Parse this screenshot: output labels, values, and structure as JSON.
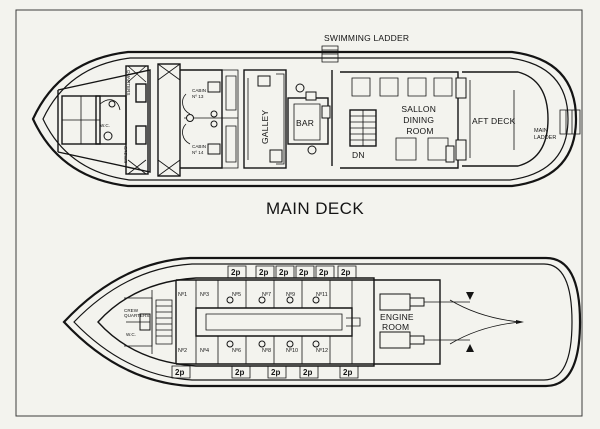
{
  "main_deck": {
    "title": "MAIN DECK",
    "swimming_ladder": "SWIMMING LADDER",
    "quarters": "QUARTERS",
    "crews": "CREWS",
    "wc": "W.C.",
    "cabin_13": "CABIN\nNº 13",
    "cabin_14": "CABIN\nNº 14",
    "galley": "GALLEY",
    "bar": "BAR",
    "dn": "DN",
    "saloon": "SALLON\nDINING\nROOM",
    "aft_deck": "AFT DECK",
    "main_ladder": "MAIN\nLADDER"
  },
  "lower_deck": {
    "crew_quarters": "CREW\nQUARTERS",
    "wc": "W.C.",
    "engine_room": "ENGINE\nROOM",
    "cabins_top": [
      "Nº1",
      "Nº3",
      "Nº5",
      "Nº7",
      "Nº9",
      "Nº11"
    ],
    "cabins_bottom": [
      "Nº2",
      "Nº4",
      "Nº6",
      "Nº8",
      "Nº10",
      "Nº12"
    ],
    "berth_label": "2p"
  }
}
